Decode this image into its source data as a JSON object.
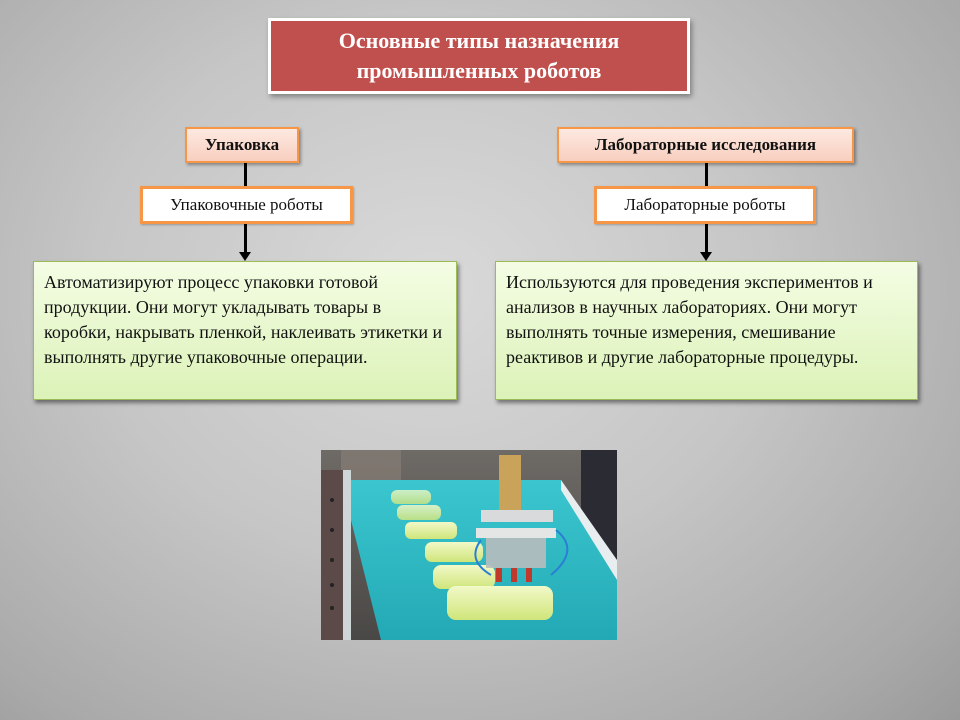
{
  "title": {
    "line1": "Основные типы назначения",
    "line2": "промышленных роботов"
  },
  "branches": [
    {
      "category": "Упаковка",
      "robot_type": "Упаковочные роботы",
      "description": "Автоматизируют процесс упаковки готовой продукции. Они могут укладывать товары в коробки, накрывать пленкой, наклеивать этикетки и выполнять другие упаковочные операции."
    },
    {
      "category": "Лабораторные исследования",
      "robot_type": "Лабораторные роботы",
      "description": "Используются для проведения экспериментов и анализов в научных лабораториях. Они могут выполнять точные измерения, смешивание реактивов и другие лабораторные процедуры."
    }
  ],
  "image": {
    "description": "Packaging robot gripper placing wrapped products on a turquoise conveyor belt"
  },
  "colors": {
    "title_bg": "#c0504d",
    "category_border": "#f79646",
    "description_border": "#9bbb59",
    "conveyor": "#2fbfc7"
  }
}
